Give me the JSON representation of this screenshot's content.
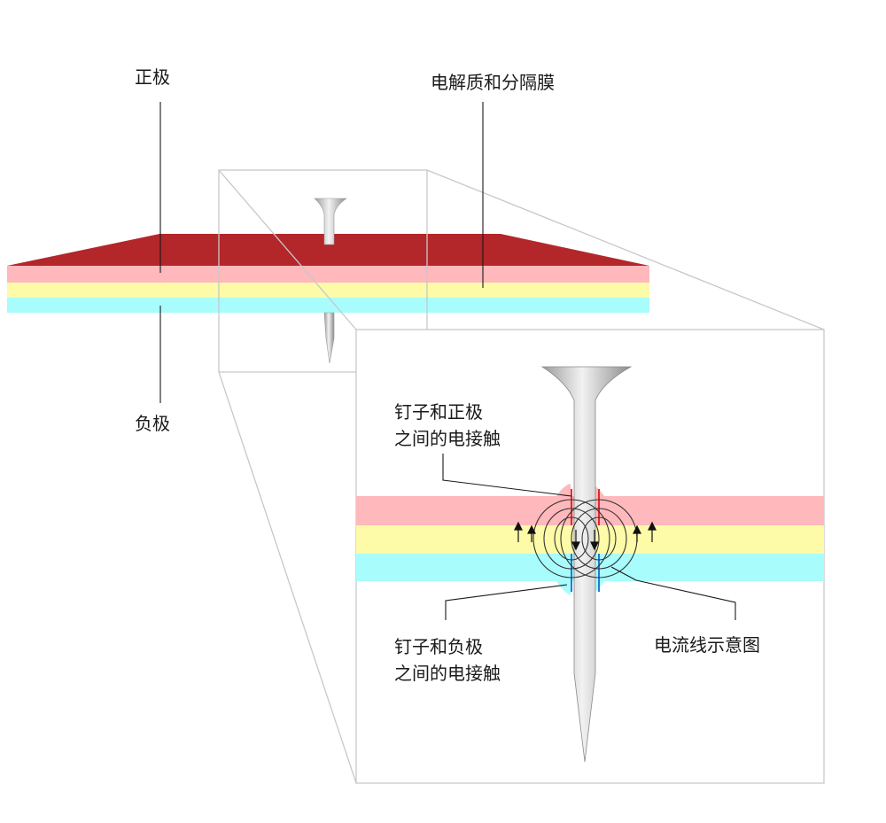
{
  "labels": {
    "cathode": "正极",
    "electrolyte_separator": "电解质和分隔膜",
    "anode": "负极",
    "nail_cathode_contact_line1": "钉子和正极",
    "nail_cathode_contact_line2": "之间的电接触",
    "nail_anode_contact_line1": "钉子和负极",
    "nail_anode_contact_line2": "之间的电接触",
    "current_lines": "电流线示意图"
  },
  "colors": {
    "cathode_top": "#b3262a",
    "cathode_layer": "#ffb8bb",
    "electrolyte_layer": "#fdfaa8",
    "anode_layer": "#a8fcfc",
    "cathode_contact": "#e02b33",
    "anode_contact": "#1f7ad9",
    "nail": "#b9b9b9",
    "frame": "#c8c8c8",
    "leader": "#1a1a1a"
  }
}
